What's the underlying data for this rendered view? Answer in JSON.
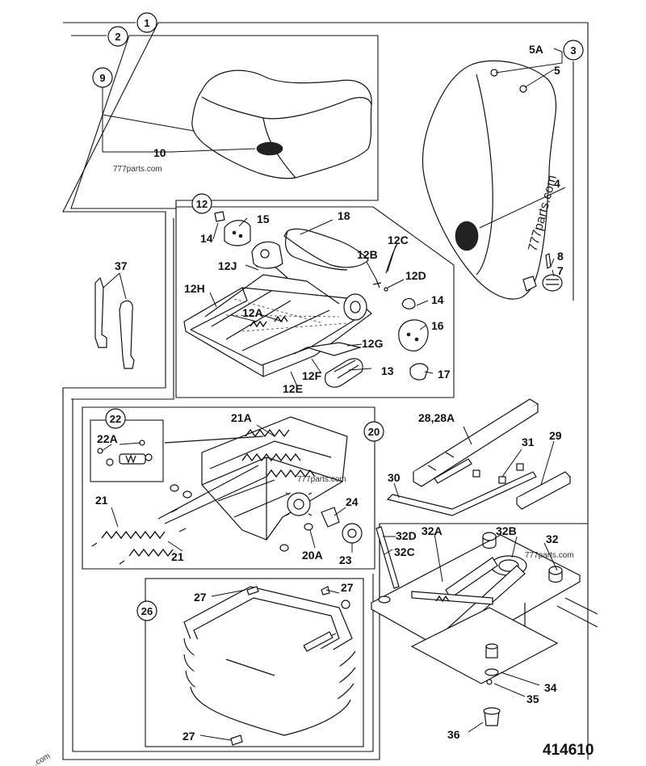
{
  "diagram": {
    "reference_number": "414610",
    "watermarks": [
      "777parts.com",
      "777parts.com",
      "777parts.com",
      "777parts.com",
      ".com"
    ],
    "circled_callouts": [
      "1",
      "2",
      "3",
      "9",
      "12",
      "20",
      "22",
      "26"
    ],
    "labels": {
      "l5a": "5A",
      "l5": "5",
      "l4": "4",
      "l7": "7",
      "l8": "8",
      "l10": "10",
      "l14a": "14",
      "l15": "15",
      "l18": "18",
      "l12b": "12B",
      "l12c": "12C",
      "l12d": "12D",
      "l12j": "12J",
      "l12h": "12H",
      "l12a": "12A",
      "l14b": "14",
      "l16": "16",
      "l12g": "12G",
      "l12f": "12F",
      "l13": "13",
      "l17": "17",
      "l12e": "12E",
      "l37": "37",
      "l21a": "21A",
      "l22a": "22A",
      "l21a_spring": "21",
      "l21b_spring": "21",
      "l24": "24",
      "l20a": "20A",
      "l23": "23",
      "l2828a": "28,28A",
      "l31": "31",
      "l29": "29",
      "l30": "30",
      "l32d": "32D",
      "l32a": "32A",
      "l32b": "32B",
      "l32": "32",
      "l32c": "32C",
      "l34": "34",
      "l35": "35",
      "l36": "36",
      "l27a": "27",
      "l27b": "27",
      "l27c": "27"
    }
  }
}
